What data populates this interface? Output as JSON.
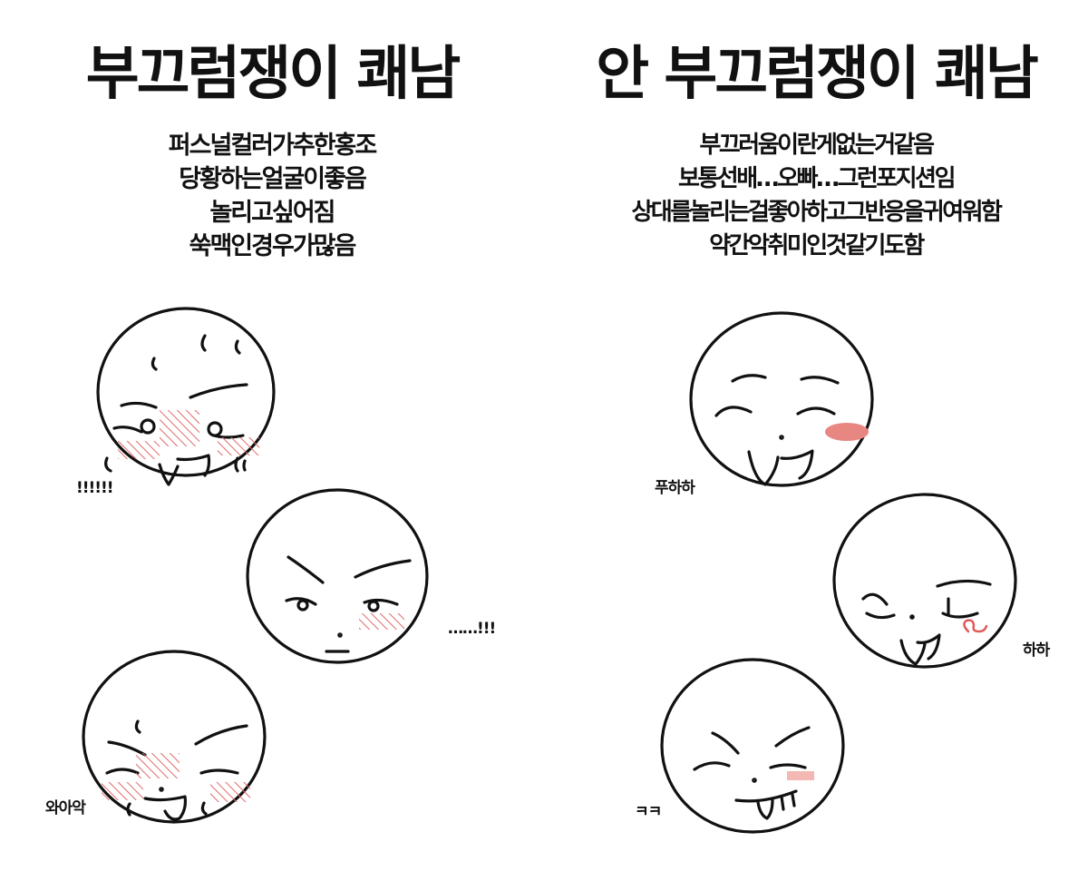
{
  "left": {
    "title": "부끄럼쟁이 쾌남",
    "lines": [
      "퍼스널컬러가추한홍조",
      "당황하는얼굴이좋음",
      "놀리고싶어짐",
      "쑥맥인경우가많음"
    ],
    "faces": [
      {
        "sound": "!!!!!!"
      },
      {
        "sound": "……!!!"
      },
      {
        "sound": "와아악"
      }
    ]
  },
  "right": {
    "title": "안 부끄럼쟁이 쾌남",
    "lines": [
      "부끄러움이란게없는거같음",
      "보통선배…오빠…그런포지션임",
      "상대를놀리는걸좋아하고그반응을귀여워함",
      "약간악취미인것같기도함"
    ],
    "faces": [
      {
        "sound": "푸하하"
      },
      {
        "sound": "하하"
      },
      {
        "sound": "ㅋㅋ"
      }
    ]
  },
  "colors": {
    "ink": "#111111",
    "blush_hatch": "#e06a6a",
    "blush_solid": "#e88782",
    "blush_squiggle": "#e05a5a"
  }
}
